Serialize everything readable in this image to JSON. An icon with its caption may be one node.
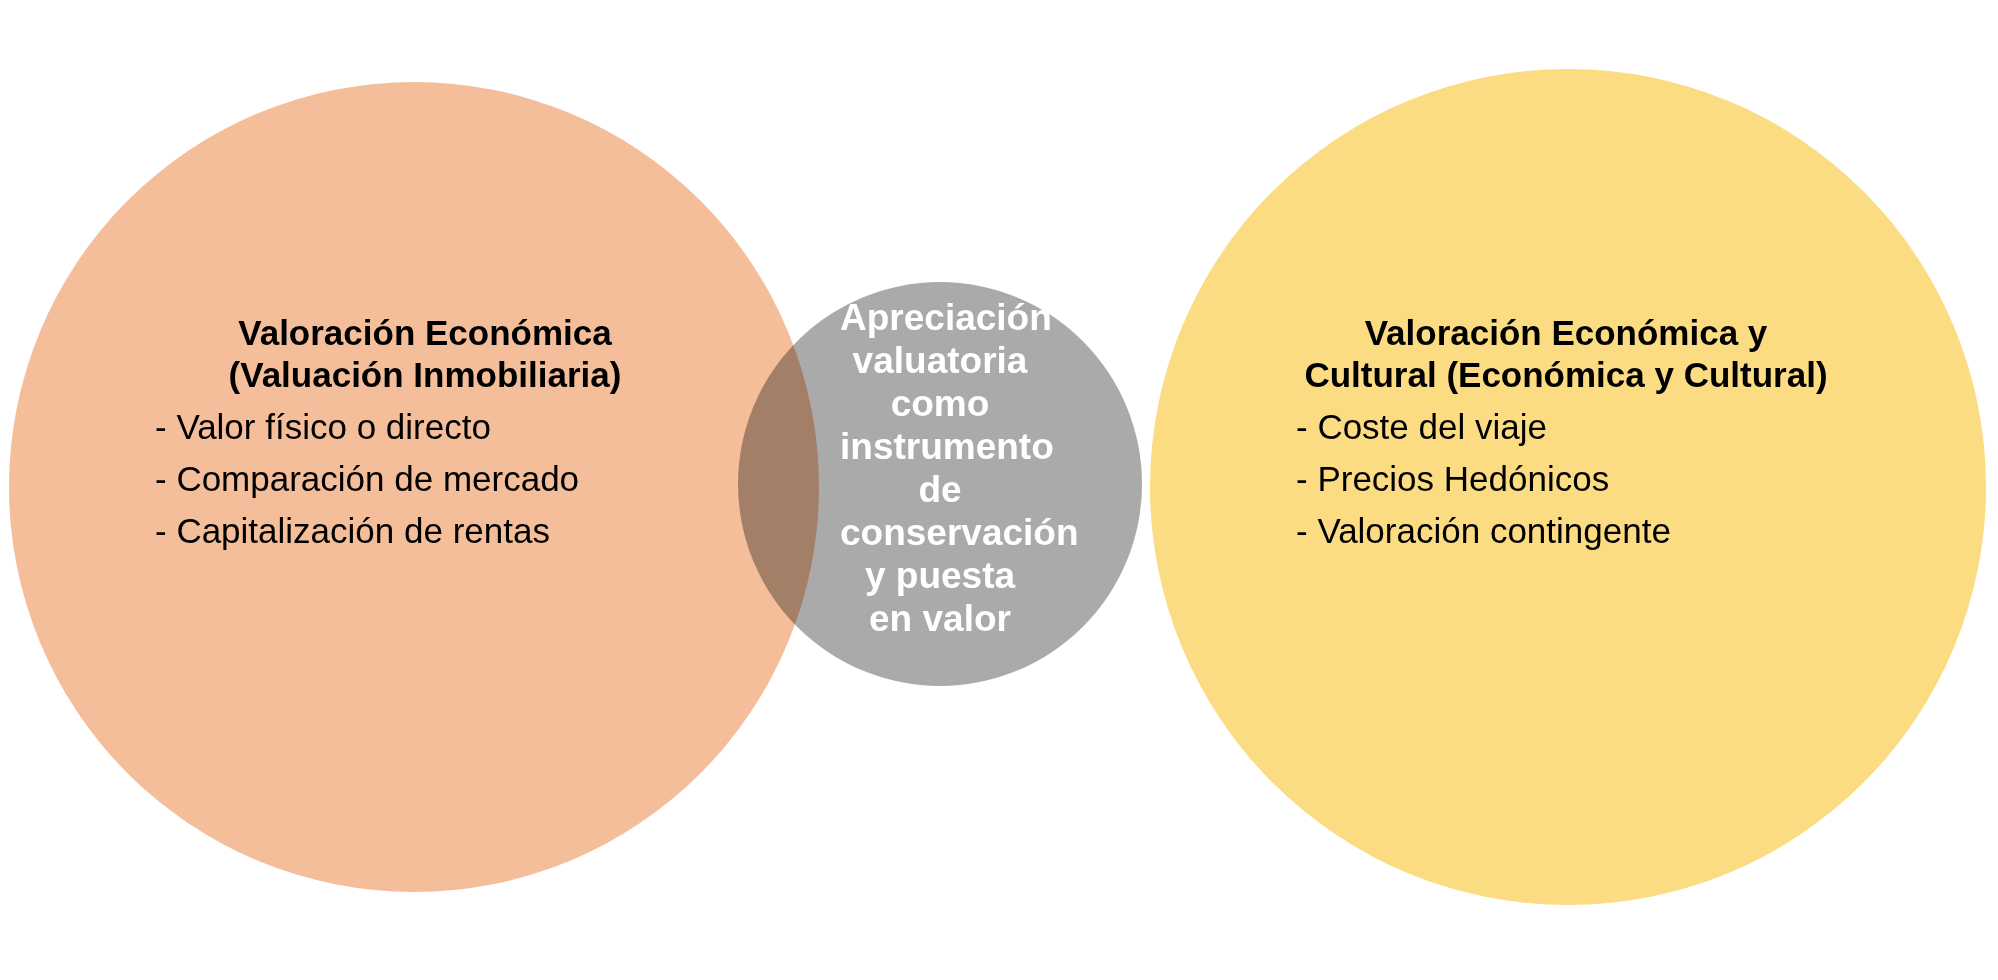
{
  "diagram": {
    "nodes": [
      {
        "text": [
          "Valoración Económica (Valuación Inmobiliaria)",
          "- Valor físico o directo",
          "- Comparación de mercado",
          "- Capitalización de rentas"
        ]
      },
      {
        "text": [
          "Apreciación valuatoria como instrumento de conservación y puesta en valor"
        ]
      },
      {
        "text": [
          "Valoración Económica y Cultural (Económica y Cultural)",
          "- Coste del viaje",
          "- Precios Hedónicos",
          "- Valoración contingente"
        ]
      }
    ]
  }
}
